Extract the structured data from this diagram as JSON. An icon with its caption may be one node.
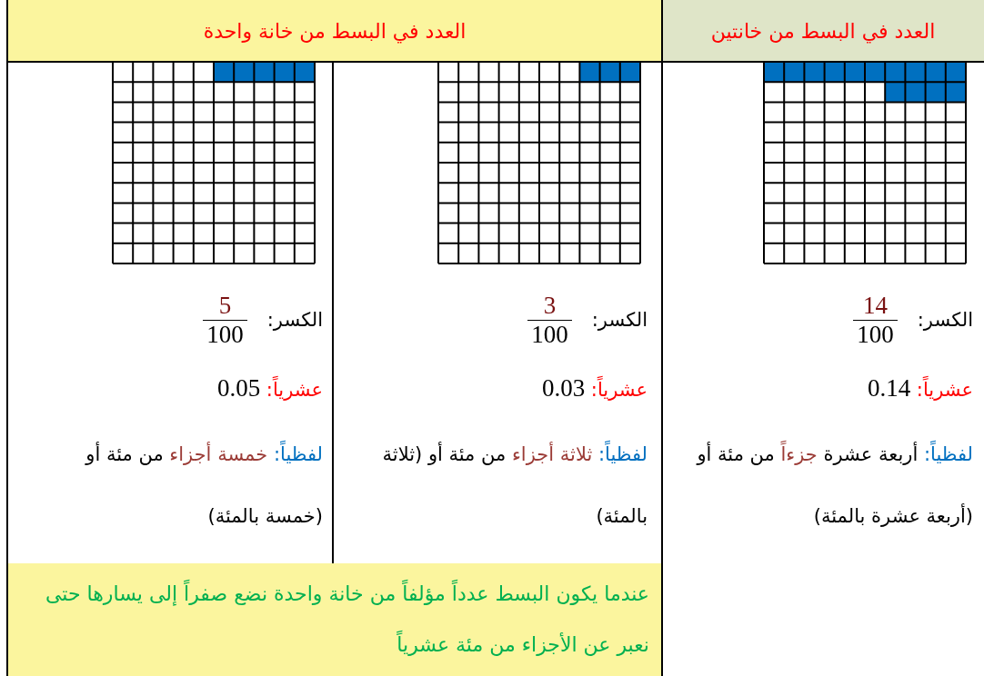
{
  "diagram": {
    "labels": [
      "العدد في البسط من خانتين",
      "العدد في البسط من خانة واحدة",
      "الكسر:",
      "14",
      "100",
      "عشرياً:",
      "0.14",
      "لفظياً:",
      "أربعة عشرة",
      "جزءاً",
      "من مئة أو (أربعة عشرة بالمئة)",
      "الكسر:",
      "3",
      "100",
      "عشرياً:",
      "0.03",
      "لفظياً:",
      "ثلاثة أجزاء",
      "من مئة أو (ثلاثة بالمئة)",
      "الكسر:",
      "5",
      "100",
      "عشرياً:",
      "0.05",
      "لفظياً:",
      "خمسة أجزاء",
      "من مئة أو (خمسة بالمئة)",
      "عندما يكون البسط عدداً مؤلفاً من خانة واحدة نضع صفراً إلى يسارها حتى نعبر عن الأجزاء من مئة عشرياً"
    ]
  }
}
